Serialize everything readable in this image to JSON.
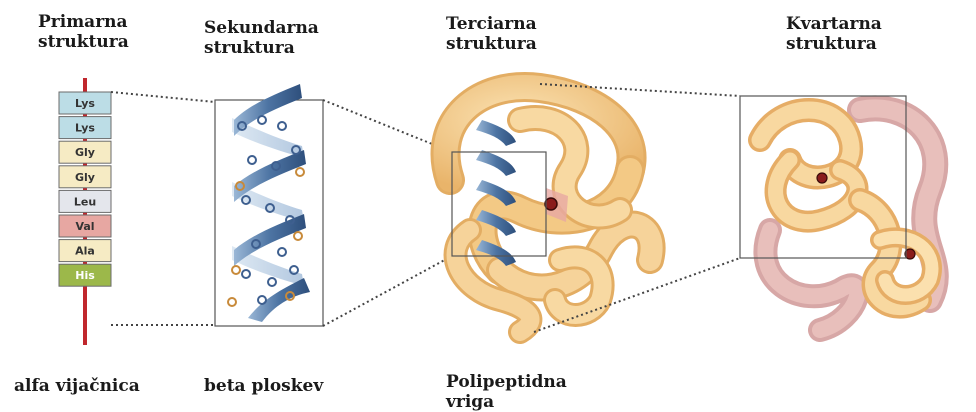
{
  "headings": {
    "primary": [
      "Primarna",
      "struktura"
    ],
    "secondary": [
      "Sekundarna",
      "struktura"
    ],
    "tertiary": [
      "Terciarna",
      "struktura"
    ],
    "quaternary": [
      "Kvartarna",
      "struktura"
    ]
  },
  "captions": {
    "alpha_helix": "alfa vijačnica",
    "beta_sheet": "beta ploskev",
    "polypeptide": [
      "Polipeptidna",
      "vriga"
    ]
  },
  "amino_acids": [
    {
      "name": "Lys",
      "color": "#bcdde6"
    },
    {
      "name": "Lys",
      "color": "#bcdde6"
    },
    {
      "name": "Gly",
      "color": "#f6ebc4"
    },
    {
      "name": "Gly",
      "color": "#f6ebc4"
    },
    {
      "name": "Leu",
      "color": "#e4e6ec"
    },
    {
      "name": "Val",
      "color": "#e7a7a2"
    },
    {
      "name": "Ala",
      "color": "#f6ebc4"
    },
    {
      "name": "His",
      "color": "#9cb84a"
    }
  ],
  "colors": {
    "backbone": "#c0272d",
    "helix": "#5a7fa8",
    "tube": "#f5cd88",
    "tube_dark": "#e0a95b",
    "subunit_pink": "#d9a3a3"
  }
}
